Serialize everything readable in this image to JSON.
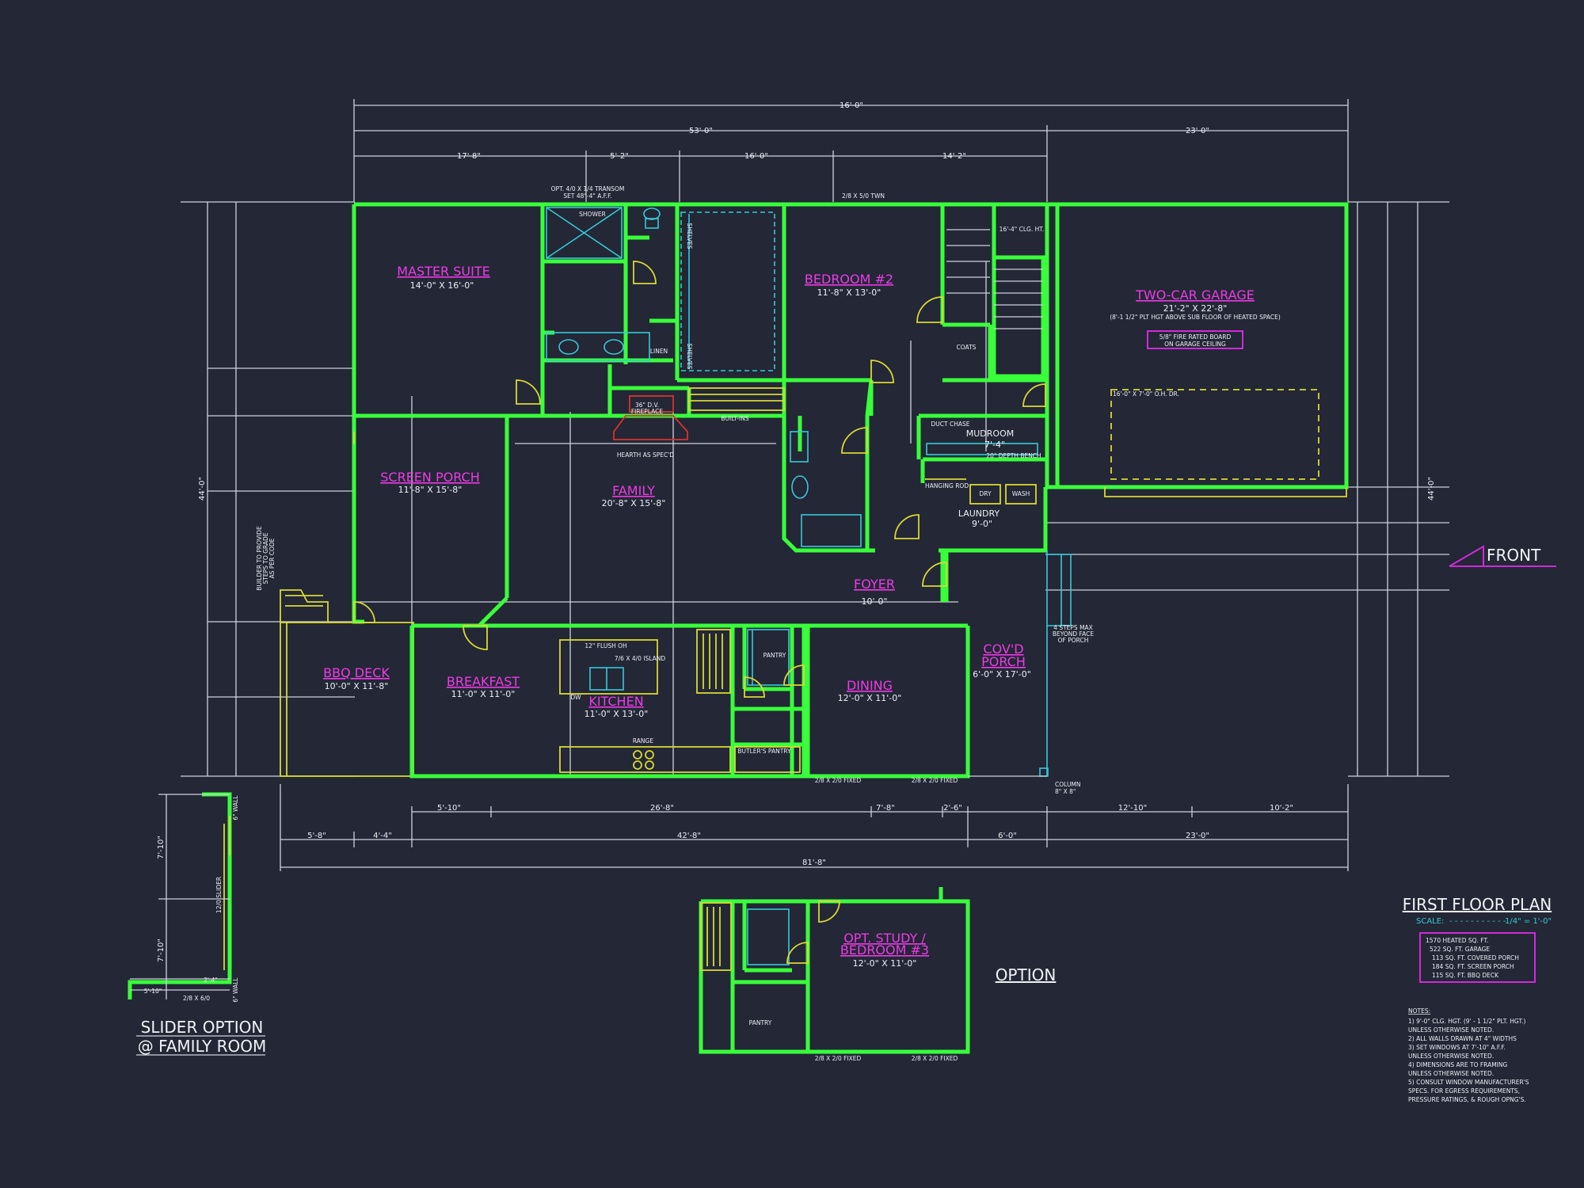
{
  "overall_dims": {
    "total_width": "16'-0\"",
    "main_width": "53'-0\"",
    "garage_width": "23'-0\"",
    "seg1": "17'-8\"",
    "seg2": "5'-2\"",
    "seg3": "16'-0\"",
    "seg4": "14'-2\"",
    "left_depth": "44'-0\"",
    "right_depth": "44'-0\"",
    "bottom_total": "81'-8\"",
    "bottom_42": "42'-8\"",
    "bottom_23": "23'-0\"",
    "bottom_6": "6'-0\"",
    "bottom_5_8": "5'-8\"",
    "bottom_4_4": "4'-4\"",
    "b_5_10": "5'-10\"",
    "b_26_8": "26'-8\"",
    "b_7_8": "7'-8\"",
    "b_2_6": "2'-6\"",
    "b_12_10": "12'-10\"",
    "b_10_2": "10'-2\""
  },
  "rooms": {
    "master_suite": {
      "name": "MASTER SUITE",
      "size": "14'-0\" X 16'-0\""
    },
    "bedroom2": {
      "name": "BEDROOM #2",
      "size": "11'-8\" X 13'-0\""
    },
    "garage": {
      "name": "TWO-CAR GARAGE",
      "size": "21'-2\" X 22'-8\"",
      "note": "(8'-1 1/2\" PLT HGT ABOVE SUB FLOOR OF HEATED SPACE)",
      "board1": "5/8\" FIRE RATED BOARD",
      "board2": "ON GARAGE CEILING",
      "door": "16'-0\" X 7'-0\" O.H. DR."
    },
    "screen_porch": {
      "name": "SCREEN PORCH",
      "size": "11'-8\" X 15'-8\""
    },
    "family": {
      "name": "FAMILY",
      "size": "20'-8\" X 15'-8\""
    },
    "foyer": {
      "name": "FOYER",
      "size": "10'-0\""
    },
    "bbq_deck": {
      "name": "BBQ DECK",
      "size": "10'-0\" X 11'-8\""
    },
    "breakfast": {
      "name": "BREAKFAST",
      "size": "11'-0\" X 11'-0\""
    },
    "kitchen": {
      "name": "KITCHEN",
      "size": "11'-0\" X 13'-0\""
    },
    "dining": {
      "name": "DINING",
      "size": "12'-0\" X 11'-0\""
    },
    "covd_porch": {
      "name1": "COV'D",
      "name2": "PORCH",
      "size": "6'-0\" X 17'-0\""
    },
    "mudroom": {
      "name": "MUDROOM",
      "size": "7'-4\""
    },
    "laundry": {
      "name": "LAUNDRY",
      "size": "9'-0\""
    },
    "study": {
      "name1": "OPT. STUDY /",
      "name2": "BEDROOM #3",
      "size": "12'-0\" X 11'-0\""
    }
  },
  "labels": {
    "transom1": "OPT. 4/0 X 1/4 TRANSOM",
    "transom2": "SET 48\"-4\" A.F.F.",
    "shower": "SHOWER",
    "linen": "LINEN",
    "shelves": "SHELVES",
    "fireplace1": "36\" D.V.",
    "fireplace2": "FIREPLACE",
    "hearth": "HEARTH AS SPEC'D",
    "built_ins": "BUILT-INS",
    "duct_chase": "DUCT CHASE",
    "depth_bench": "20\" DEPTH BENCH",
    "hanging_rod": "HANGING ROD",
    "dry": "DRY",
    "wash": "WASH",
    "coats": "COATS",
    "clg_ht": "16'-4\" CLG. HT.",
    "window_top": "2/8 X 5/0 TWN",
    "pantry": "PANTRY",
    "butlers_pantry": "BUTLER'S PANTRY",
    "range": "RANGE",
    "island1": "12\" FLUSH OH",
    "island2": "7/6 X 4/0 ISLAND",
    "dw": "DW",
    "fixed1": "2/8 X 2/0 FIXED",
    "fixed2": "2/8 X 2/0 FIXED",
    "builder1": "BUILDER TO PROVIDE",
    "builder2": "STEPS TO GRADE",
    "builder3": "AS PER CODE",
    "steps1": "4 STEPS MAX",
    "steps2": "BEYOND FACE",
    "steps3": "OF PORCH",
    "column1": "COLUMN",
    "column2": "8\" X 8\"",
    "front": "FRONT",
    "option": "OPTION",
    "slider1": "SLIDER OPTION",
    "slider2": "@ FAMILY ROOM",
    "wall6_1": "6\" WALL",
    "wall6_2": "6\" WALL",
    "slider_dim": "12/0 SLIDER",
    "s_7_10a": "7'-10\"",
    "s_7_10b": "7'-10\"",
    "s_5_10": "5'-10\"",
    "s_2_4": "2'-4\"",
    "s_2_8": "2/8 X 6/0"
  },
  "title_block": {
    "title": "FIRST FLOOR PLAN",
    "scale_label": "SCALE:",
    "scale_value": "1/4\" = 1'-0\"",
    "areas": [
      "1570 HEATED SQ. FT.",
      "522 SQ. FT. GARAGE",
      "113 SQ. FT. COVERED PORCH",
      "184 SQ. FT. SCREEN PORCH",
      "115 SQ. FT. BBQ DECK"
    ],
    "notes_title": "NOTES:",
    "notes": [
      "1)  9'-0\" CLG. HGT. (9' - 1 1/2\" PLT. HGT.)",
      "     UNLESS OTHERWISE NOTED.",
      "2)  ALL WALLS DRAWN AT 4\" WIDTHS",
      "3)  SET WINDOWS AT 7'-10\" A.F.F.",
      "     UNLESS OTHERWISE NOTED.",
      "4)  DIMENSIONS ARE TO FRAMING",
      "     UNLESS OTHERWISE NOTED.",
      "5)  CONSULT WINDOW MANUFACTURER'S",
      "     SPECS. FOR EGRESS REQUIREMENTS,",
      "     PRESSURE RATINGS, & ROUGH OPNG'S."
    ]
  },
  "colors": {
    "background": "#232736",
    "walls": "#39ff3b",
    "room_labels": "#ee3be6",
    "fixtures": "#d9d933",
    "cyan": "#37c9d6"
  }
}
